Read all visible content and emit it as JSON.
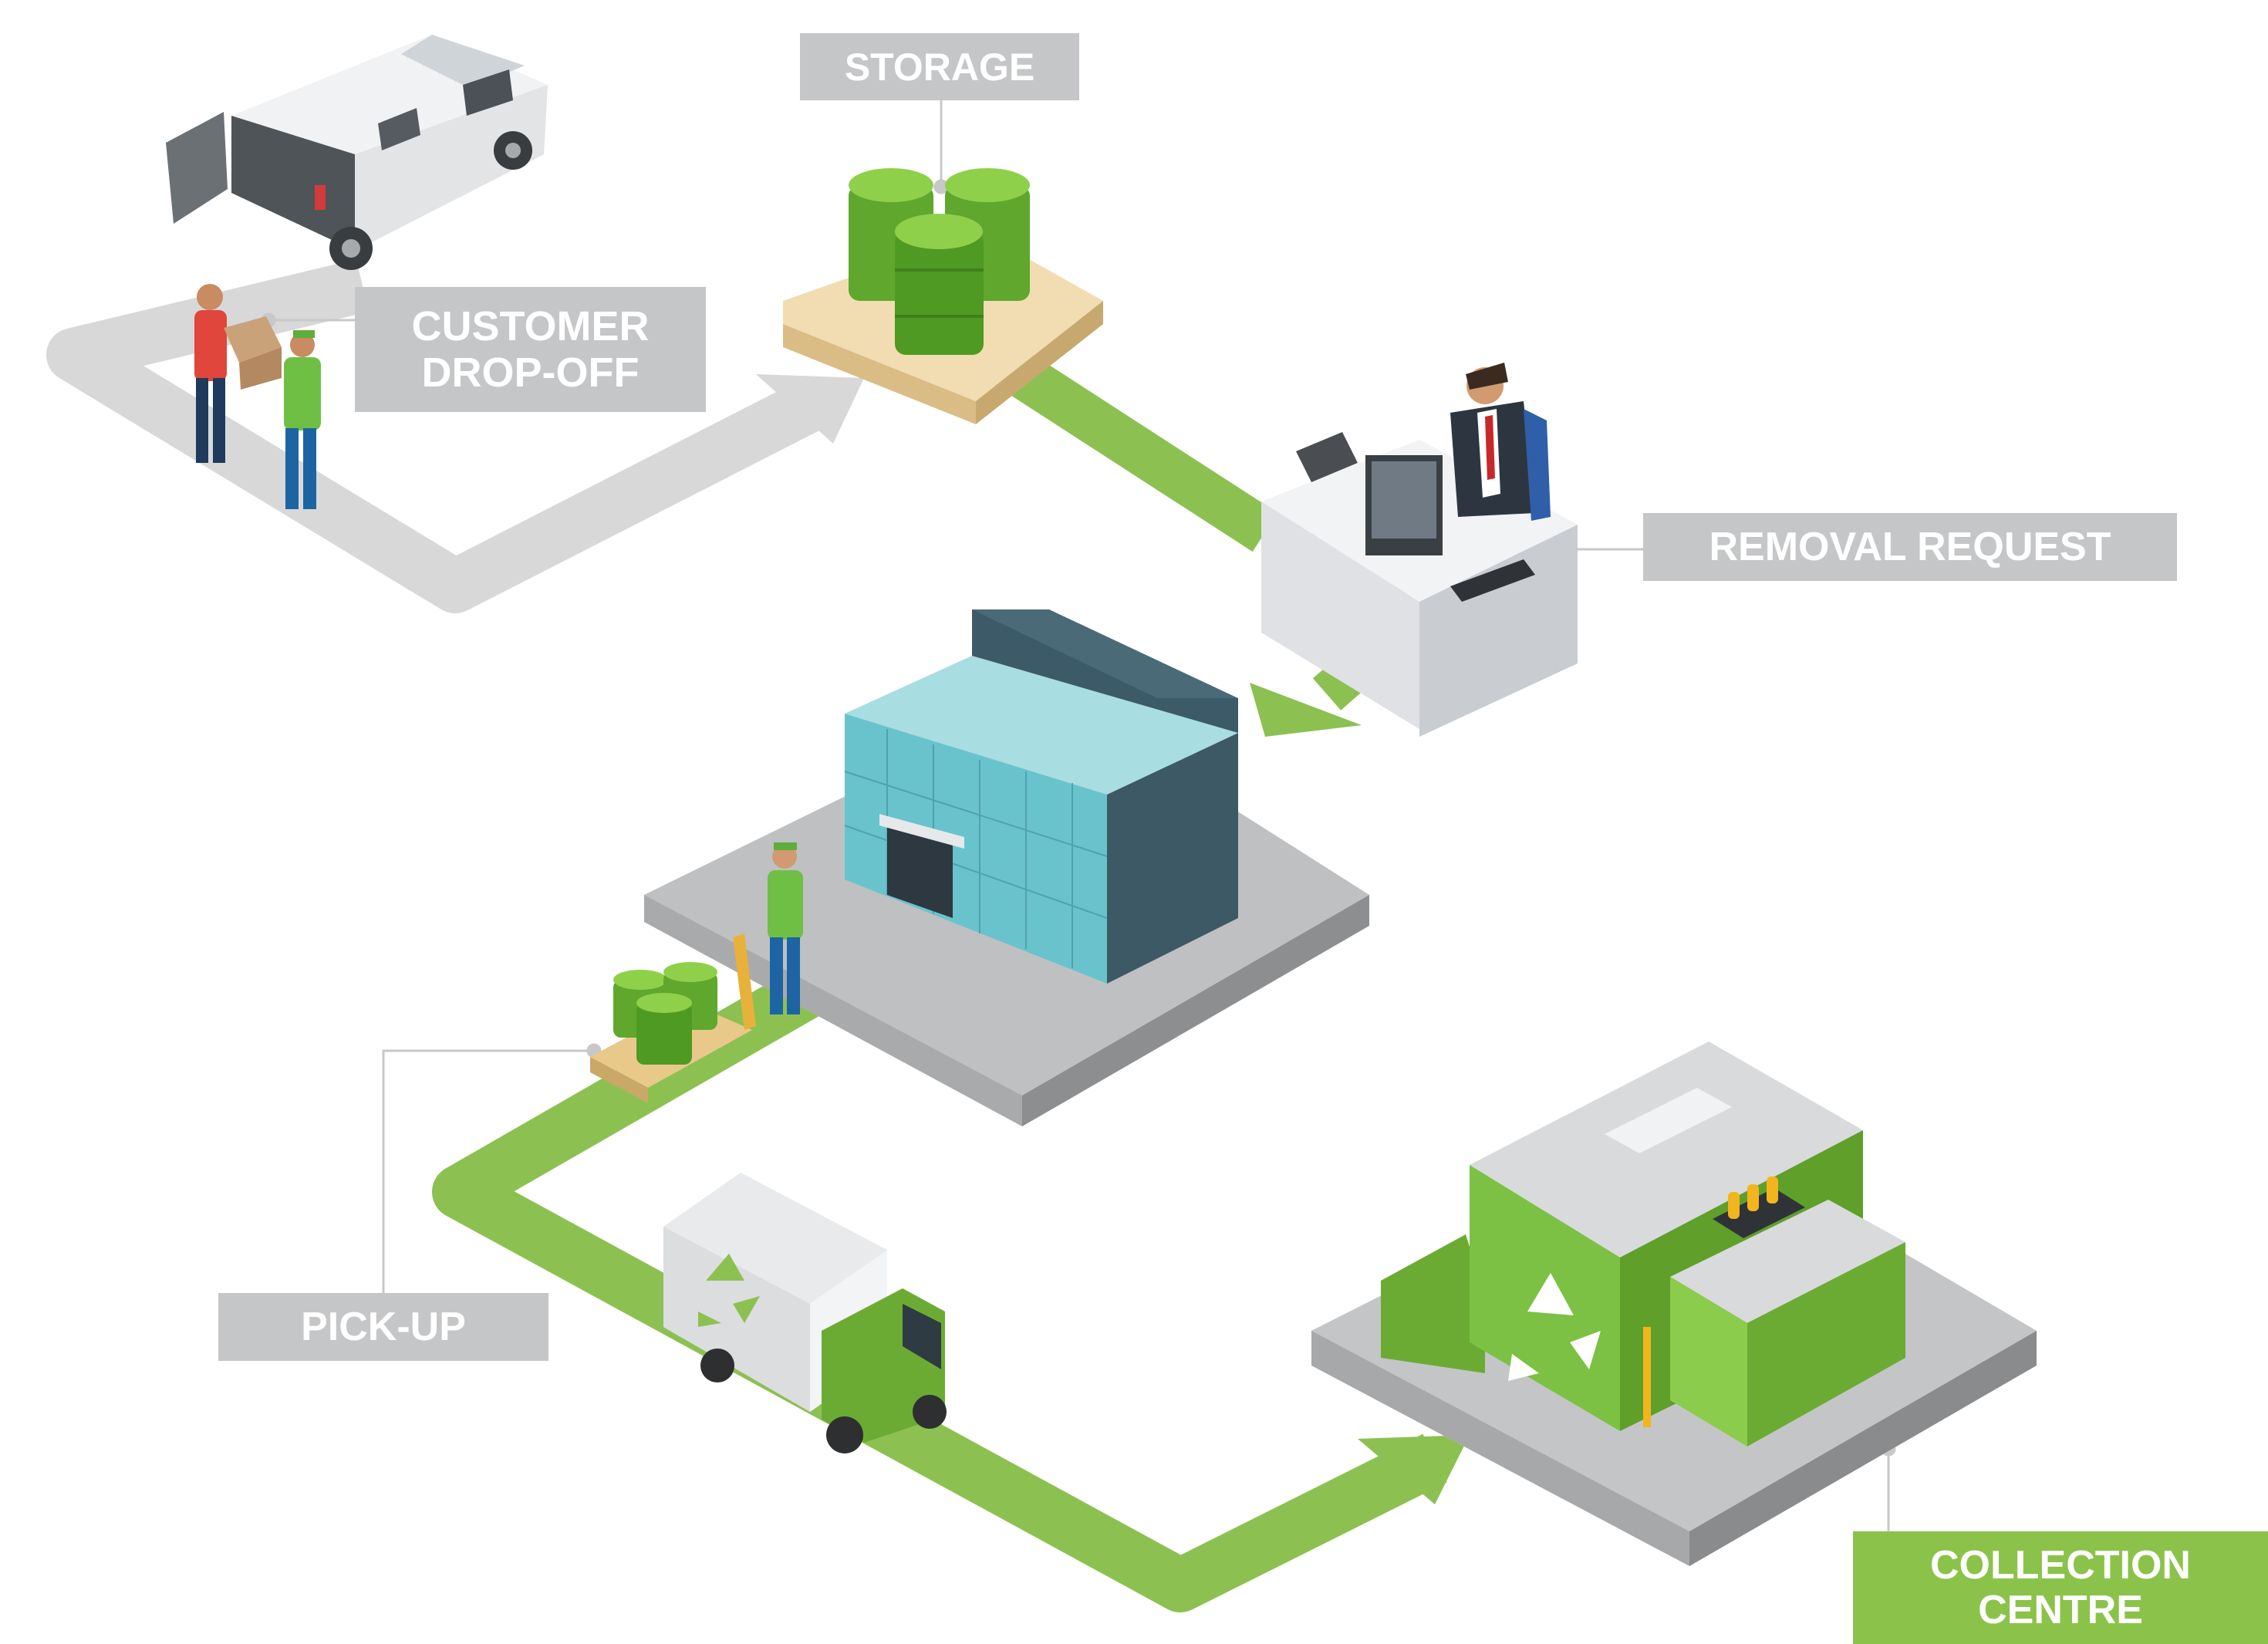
{
  "colors": {
    "label_gray": "#c5c6c8",
    "label_green": "#8bc34a",
    "path_gray": "#d8d8d9",
    "path_green": "#8cc152",
    "connector": "#c8c8c8"
  },
  "steps": [
    {
      "label": "STORAGE",
      "illustration": "oil-barrels-on-pallet"
    },
    {
      "label": "CUSTOMER\nDROP-OFF",
      "illustration": "van-and-workers-handing-box"
    },
    {
      "label": "REMOVAL REQUEST",
      "illustration": "office-desk-with-phone-operator"
    },
    {
      "label": "PICK-UP",
      "illustration": "warehouse-and-pallet-jack"
    },
    {
      "label": "COLLECTION\nCENTRE",
      "illustration": "recycling-facility"
    }
  ],
  "icons": [
    "van-icon",
    "barrels-icon",
    "office-desk-icon",
    "warehouse-icon",
    "truck-icon",
    "recycle-icon",
    "factory-icon"
  ]
}
